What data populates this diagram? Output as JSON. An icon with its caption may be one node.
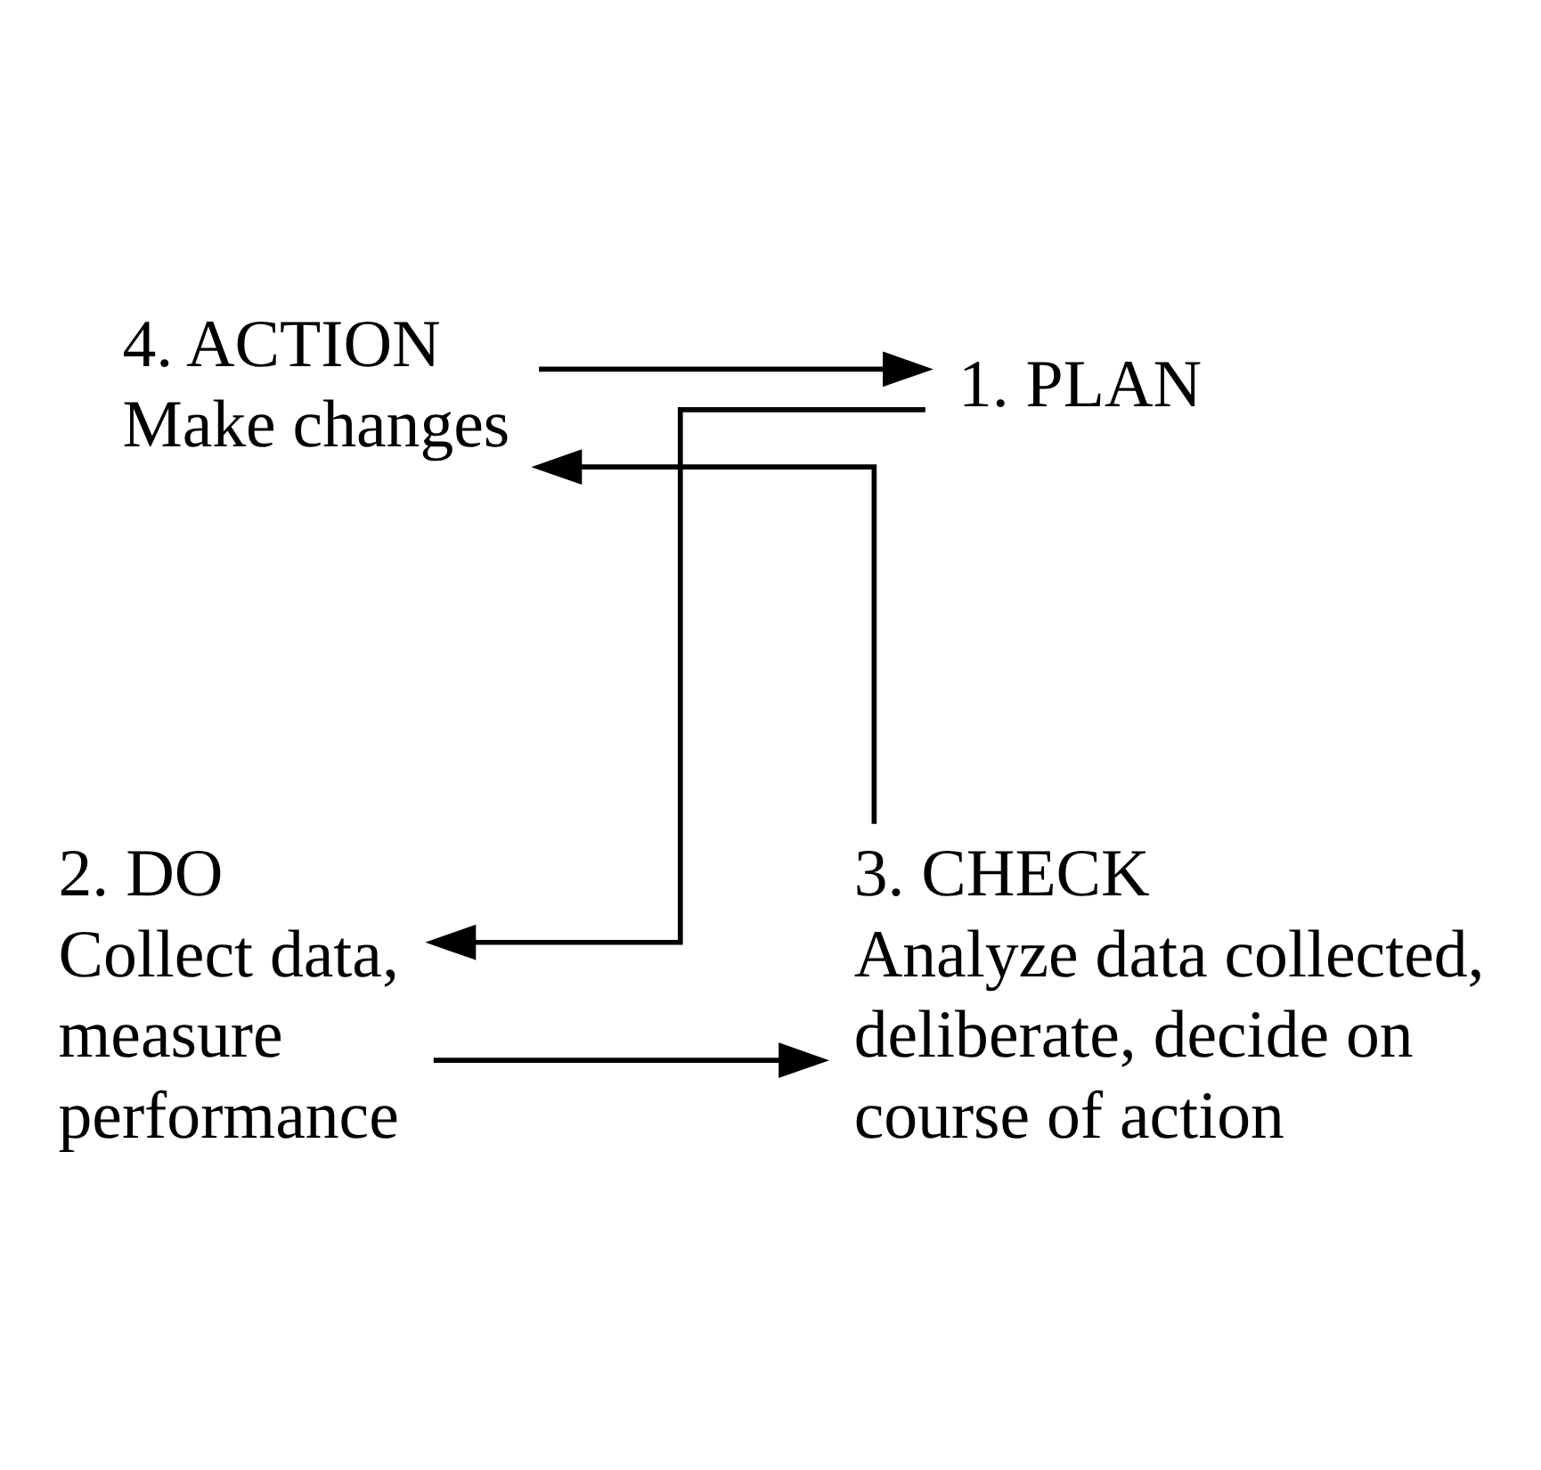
{
  "diagram": {
    "nodes": [
      {
        "text": [
          "4. ACTION",
          "Make changes"
        ]
      },
      {
        "text": [
          "1. PLAN"
        ]
      },
      {
        "text": [
          "3. CHECK",
          "Analyze data collected, deliberate, decide on course of action"
        ]
      },
      {
        "text": [
          "2. DO",
          "Collect data, measure performance"
        ]
      }
    ],
    "edges": [
      {
        "from": 0,
        "to": 1,
        "arrow": "to"
      },
      {
        "from": 1,
        "to": 3,
        "arrow": "to"
      },
      {
        "from": 3,
        "to": 2,
        "arrow": "to"
      },
      {
        "from": 2,
        "to": 0,
        "arrow": "to"
      }
    ]
  }
}
